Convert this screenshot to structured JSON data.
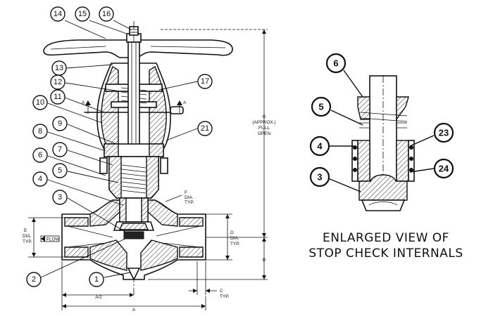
{
  "main_view": {
    "balloons": [
      "14",
      "15",
      "16",
      "13",
      "12",
      "17",
      "11",
      "10",
      "21",
      "9",
      "8",
      "7",
      "6",
      "5",
      "4",
      "3",
      "2",
      "1"
    ],
    "dimensions": {
      "section_mark": "A",
      "g_label": "G",
      "g_note_1": "(APPROX.)",
      "g_note_2": "FULL",
      "g_note_3": "OPEN",
      "f_label": "F",
      "f_note_1": "DIA.",
      "f_note_2": "TYP.",
      "e_label": "E",
      "e_note_1": "DIA.",
      "e_note_2": "TYP.",
      "d_label": "D",
      "d_note_1": "DIA.",
      "d_note_2": "TYP.",
      "b_label": "B",
      "c_label": "C",
      "c_note": "TYP.",
      "a_half_label": "A/2",
      "a_label": "A",
      "flow_label": "FLOW"
    }
  },
  "detail_view": {
    "balloons": [
      "6",
      "5",
      "4",
      "3",
      "23",
      "24"
    ],
    "caption_line1": "ENLARGED VIEW OF",
    "caption_line2": "STOP CHECK INTERNALS"
  }
}
